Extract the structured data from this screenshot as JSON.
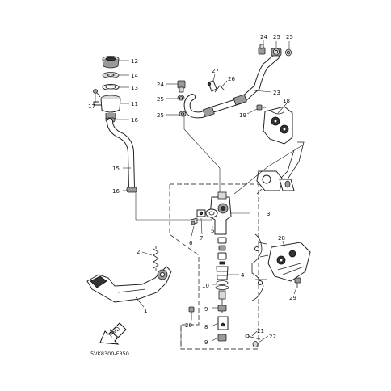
{
  "diagram": {
    "code": "5VK8300-F350",
    "front_mark": "FWD",
    "callouts": [
      "24",
      "25",
      "25",
      "27",
      "24",
      "26",
      "23",
      "25",
      "18",
      "25",
      "19",
      "12",
      "14",
      "13",
      "17",
      "11",
      "16",
      "15",
      "16",
      "3",
      "2",
      "6",
      "7",
      "5",
      "28",
      "4",
      "10",
      "1",
      "29",
      "9",
      "20",
      "8",
      "21",
      "22",
      "9"
    ]
  }
}
